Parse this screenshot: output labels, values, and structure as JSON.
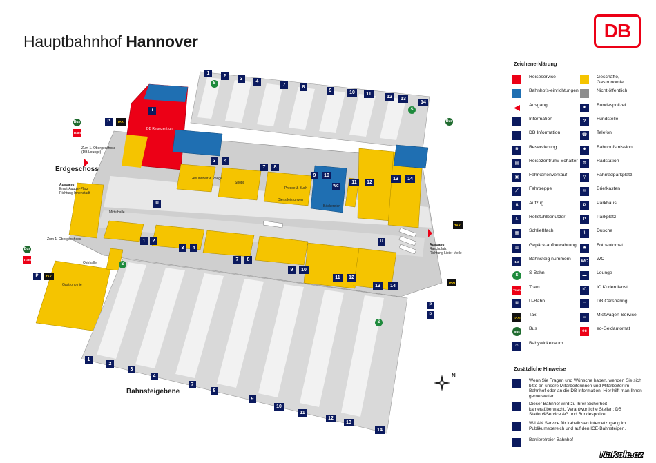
{
  "header": {
    "title_prefix": "Hauptbahnhof",
    "title_city": "Hannover",
    "logo": "DB"
  },
  "map": {
    "level_labels": {
      "ground": "Erdgeschoss",
      "platform": "Bahnsteigebene"
    },
    "exit_labels": [
      {
        "line1": "Ausgang",
        "line2": "Ernst-August-Platz",
        "line3": "Richtung Innenstadt"
      },
      {
        "line1": "Ausgang",
        "line2": "Raschplatz",
        "line3": "Richtung Lister Meile"
      }
    ],
    "area_labels": [
      "Mittelhalle",
      "Gastronomie",
      "Shops",
      "Gesundheit & Pflege",
      "Presse & Buch",
      "Dienstleistungen",
      "Zum 1. Obergeschoss (DB Lounge)",
      "Zum 1. Obergeschoss",
      "DB Reisezentrum",
      "Bäckereien",
      "Ostrhalle"
    ],
    "platform_numbers": [
      "1",
      "2",
      "3",
      "4",
      "7",
      "8",
      "9",
      "10",
      "11",
      "12",
      "13",
      "14"
    ],
    "symbols": {
      "bus": "Bus",
      "tram": "Tram",
      "taxi": "TAXI",
      "ubahn": "U",
      "sbahn": "S",
      "info": "i",
      "wc": "WC",
      "parking": "P"
    }
  },
  "legend": {
    "title": "Zeichenerklärung",
    "left": [
      {
        "icon": "reiseservice-swatch",
        "color": "#ec0016",
        "label": "Reiseservice"
      },
      {
        "icon": "bahnhofseinrichtungen-swatch",
        "color": "#1f6fb2",
        "label": "Bahnhofs-einrichtungen"
      },
      {
        "icon": "ausgang-icon",
        "label": "Ausgang"
      },
      {
        "icon": "information-icon",
        "glyph": "i",
        "label": "Information"
      },
      {
        "icon": "db-information-icon",
        "glyph": "i",
        "label": "DB Information"
      },
      {
        "icon": "reservierung-icon",
        "glyph": "R",
        "label": "Reservierung"
      },
      {
        "icon": "reisezentrum-icon",
        "glyph": "▤",
        "label": "Reisezentrum/ Schalter"
      },
      {
        "icon": "fahrkartenverkauf-icon",
        "glyph": "▣",
        "label": "Fahrkartenverkauf"
      },
      {
        "icon": "fahrtreppe-icon",
        "glyph": "⟋",
        "label": "Fahrtreppe"
      },
      {
        "icon": "aufzug-icon",
        "glyph": "⇅",
        "label": "Aufzug"
      },
      {
        "icon": "rollstuhlbenutzer-icon",
        "glyph": "♿",
        "label": "Rollstuhlbenutzer"
      },
      {
        "icon": "schliessfach-icon",
        "glyph": "▦",
        "label": "Schließfach"
      },
      {
        "icon": "gepaeck-icon",
        "glyph": "▥",
        "label": "Gepäck-aufbewahrung"
      },
      {
        "icon": "bahnsteig-icon",
        "glyph": "1 2",
        "label": "Bahnsteig nummern"
      },
      {
        "icon": "sbahn-icon",
        "glyph": "S",
        "label": "S-Bahn"
      },
      {
        "icon": "tram-icon",
        "glyph": "Tram",
        "label": "Tram"
      },
      {
        "icon": "ubahn-icon",
        "glyph": "U",
        "label": "U-Bahn"
      },
      {
        "icon": "taxi-icon",
        "glyph": "TAXI",
        "label": "Taxi"
      },
      {
        "icon": "bus-icon",
        "glyph": "Bus",
        "label": "Bus"
      },
      {
        "icon": "babywickelraum-icon",
        "glyph": "☺",
        "label": "Babywickelraum"
      }
    ],
    "right": [
      {
        "icon": "geschaefte-swatch",
        "color": "#f5c400",
        "label": "Geschäfte, Gastronomie"
      },
      {
        "icon": "nicht-oeffentlich-swatch",
        "color": "#8d8d8d",
        "label": "Nicht öffentlich"
      },
      {
        "icon": "bundespolizei-icon",
        "glyph": "★",
        "label": "Bundespolizei"
      },
      {
        "icon": "fundstelle-icon",
        "glyph": "?",
        "label": "Fundstelle"
      },
      {
        "icon": "telefon-icon",
        "glyph": "☎",
        "label": "Telefon"
      },
      {
        "icon": "bahnhofsmission-icon",
        "glyph": "✚",
        "label": "Bahnhofsmission"
      },
      {
        "icon": "radstation-icon",
        "glyph": "⚙",
        "label": "Radstation"
      },
      {
        "icon": "fahrradparkplatz-icon",
        "glyph": "⚲",
        "label": "Fahrradparkplatz"
      },
      {
        "icon": "briefkasten-icon",
        "glyph": "✉",
        "label": "Briefkasten"
      },
      {
        "icon": "parkhaus-icon",
        "glyph": "P",
        "label": "Parkhaus"
      },
      {
        "icon": "parkplatz-icon",
        "glyph": "P",
        "label": "Parkplatz"
      },
      {
        "icon": "dusche-icon",
        "glyph": "⌇",
        "label": "Dusche"
      },
      {
        "icon": "fotoautomat-icon",
        "glyph": "◉",
        "label": "Fotoautomat"
      },
      {
        "icon": "wc-icon",
        "glyph": "WC",
        "label": "WC"
      },
      {
        "icon": "lounge-icon",
        "glyph": "▬",
        "label": "Lounge"
      },
      {
        "icon": "ic-kurierdienst-icon",
        "glyph": "IC",
        "label": "IC Kurierdienst"
      },
      {
        "icon": "db-carsharing-icon",
        "glyph": "▭",
        "label": "DB Carsharing"
      },
      {
        "icon": "mietwagen-icon",
        "glyph": "▭",
        "label": "Mietwagen-Service"
      },
      {
        "icon": "ec-geldautomat-icon",
        "glyph": "ec",
        "label": "ec-Geldautomat"
      }
    ],
    "hints_title": "Zusätzliche Hinweise",
    "hints": [
      {
        "icon": "hint-info-icon",
        "text": "Wenn Sie Fragen und Wünsche haben, wenden Sie sich bitte an unsere Mitarbeiterinnen und Mitarbeiter im Bahnhof oder an die DB Information. Hier hilft man Ihnen gerne weiter."
      },
      {
        "icon": "hint-camera-icon",
        "text": "Dieser Bahnhof wird zu Ihrer Sicherheit kameraüberwacht. Verantwortliche Stellen: DB Station&Service AG und Bundespolizei"
      },
      {
        "icon": "hint-wlan-icon",
        "text": "W-LAN Service für kabellosen Internetzugang im Publikumsbereich und auf den ICE-Bahnsteigen."
      },
      {
        "icon": "hint-barrierefrei-icon",
        "text": "Barrierefreier Bahnhof"
      }
    ]
  },
  "compass": {
    "north": "N"
  },
  "credit": "NaKole.cz"
}
